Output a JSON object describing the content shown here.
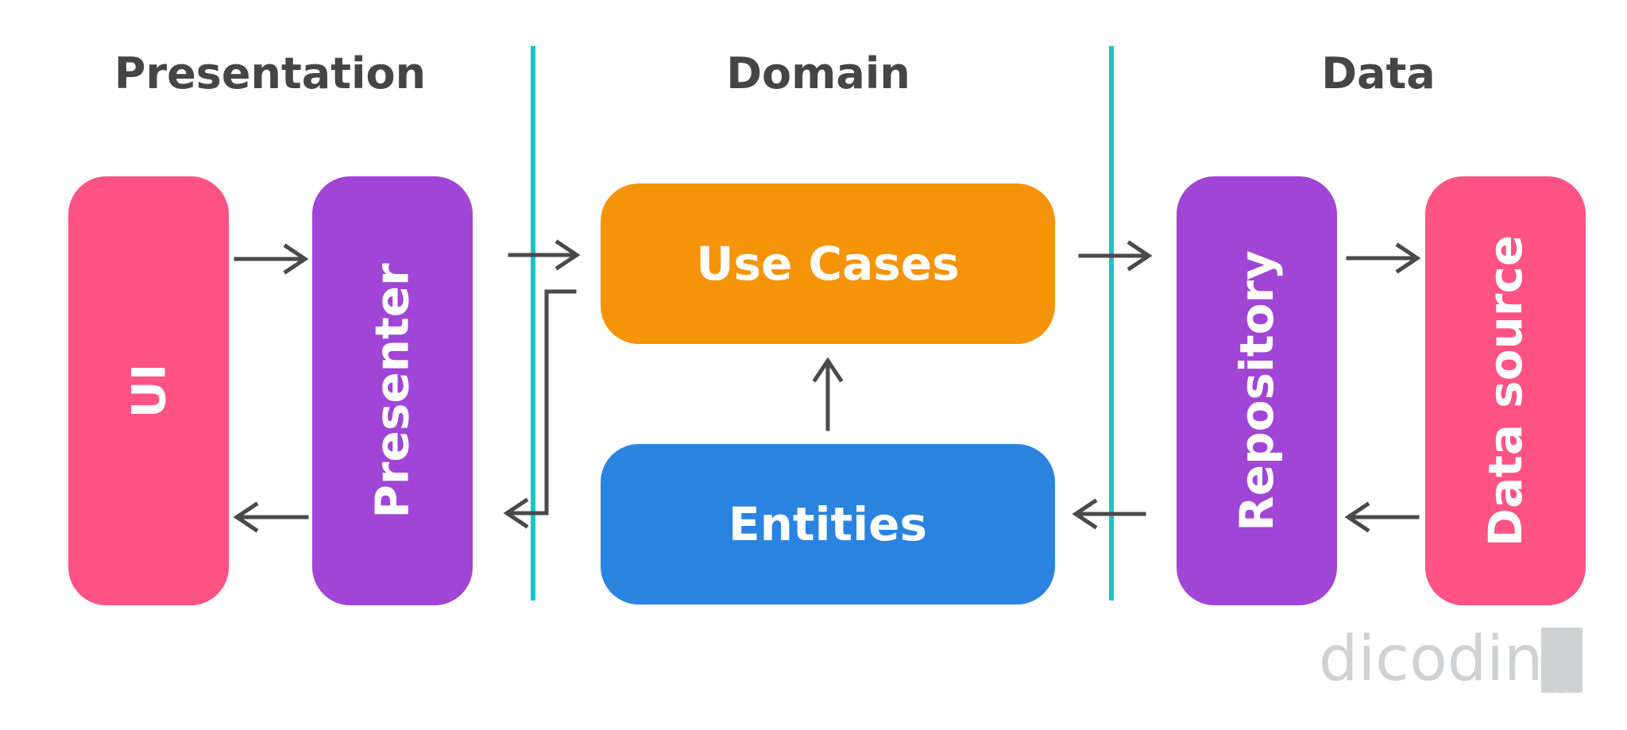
{
  "layers": {
    "presentation": "Presentation",
    "domain": "Domain",
    "data": "Data"
  },
  "boxes": {
    "ui": "UI",
    "presenter": "Presenter",
    "use_cases": "Use Cases",
    "entities": "Entities",
    "repository": "Repository",
    "data_source": "Data source"
  },
  "logo": {
    "text": "dicoding"
  },
  "colors": {
    "pink": "#ff5383",
    "purple": "#a045d6",
    "orange": "#f59408",
    "blue": "#2a84df",
    "teal": "#1fc2c2",
    "arrow": "#4a4a4a",
    "title": "#454545",
    "logo": "#cfd1d3"
  }
}
